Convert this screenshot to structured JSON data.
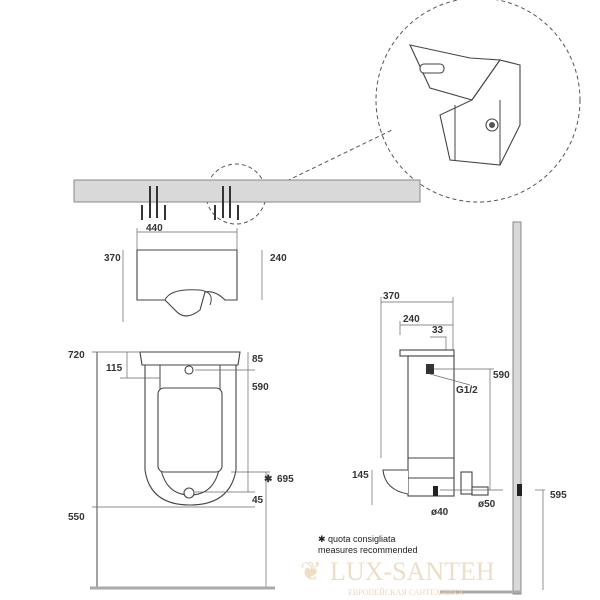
{
  "top_view": {
    "width_label": "440",
    "left_depth_label": "370",
    "right_depth_label": "240"
  },
  "front_view": {
    "total_height_label": "720",
    "fixing_offset_label": "115",
    "top_offset_label": "85",
    "inlet_to_outlet_label": "590",
    "recommended_height_label": "695",
    "recommended_marker": "✱",
    "outlet_offset_label": "45",
    "bottom_height_label": "550"
  },
  "side_view": {
    "depth_label": "370",
    "inner_depth_label": "240",
    "inlet_offset_label": "33",
    "inlet_thread_label": "G1/2",
    "height_label": "590",
    "lip_height_label": "145",
    "outlet_diameter_label": "ø40",
    "drain_diameter_label": "ø50",
    "drain_height_label": "595"
  },
  "legend": {
    "marker": "✱",
    "line1": "quota consigliata",
    "line2": "measures recommended"
  },
  "watermark": {
    "brand": "LUX-SANTEH",
    "tagline": "ЕВРОПЕЙСКАЯ САНТЕХНИКА"
  }
}
